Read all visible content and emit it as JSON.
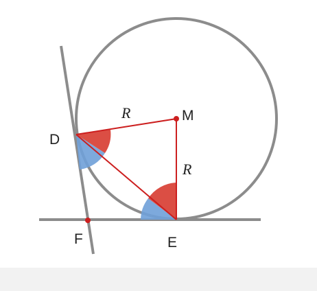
{
  "figure": {
    "labels": {
      "M": "M",
      "D": "D",
      "E": "E",
      "F": "F",
      "radius_DM": "R",
      "radius_ME": "R"
    },
    "colors": {
      "circle": "#8c8c8c",
      "lines": "#8c8c8c",
      "radius": "#cc1f1f",
      "angle_red": "#d9443a",
      "angle_blue": "#6fa0d8",
      "point": "#cc1f1f"
    }
  }
}
